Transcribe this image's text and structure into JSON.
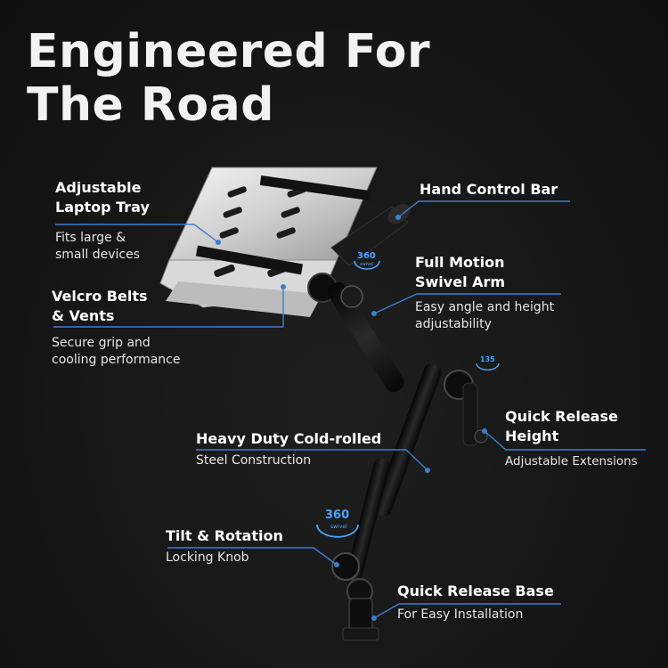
{
  "headline": {
    "line1": "Engineered For",
    "line2": "The Road"
  },
  "callouts": {
    "tray": {
      "title_1": "Adjustable",
      "title_2": "Laptop Tray",
      "desc_1": "Fits large &",
      "desc_2": "small devices"
    },
    "velcro": {
      "title_1": "Velcro Belts",
      "title_2": "& Vents",
      "desc_1": "Secure grip and",
      "desc_2": "cooling performance"
    },
    "hand": {
      "title_1": "Hand Control Bar"
    },
    "swivel": {
      "title_1": "Full Motion",
      "title_2": "Swivel Arm",
      "desc_1": "Easy angle and height",
      "desc_2": "adjustability"
    },
    "height": {
      "title_1": "Quick Release",
      "title_2": "Height",
      "desc_1": "Adjustable Extensions"
    },
    "steel": {
      "title_1": "Heavy Duty Cold-rolled",
      "desc_1": "Steel Construction"
    },
    "tilt": {
      "title_1": "Tilt & Rotation",
      "desc_1": "Locking Knob"
    },
    "base": {
      "title_1": "Quick Release Base",
      "desc_1": "For Easy Installation"
    }
  },
  "badges": {
    "top": {
      "deg": "360",
      "sub": "swivel"
    },
    "mid": {
      "deg": "135"
    },
    "low": {
      "deg": "360",
      "sub": "swivel"
    }
  },
  "colors": {
    "accent": "#3c7fd0",
    "background": "#161616",
    "text": "#ffffff"
  }
}
